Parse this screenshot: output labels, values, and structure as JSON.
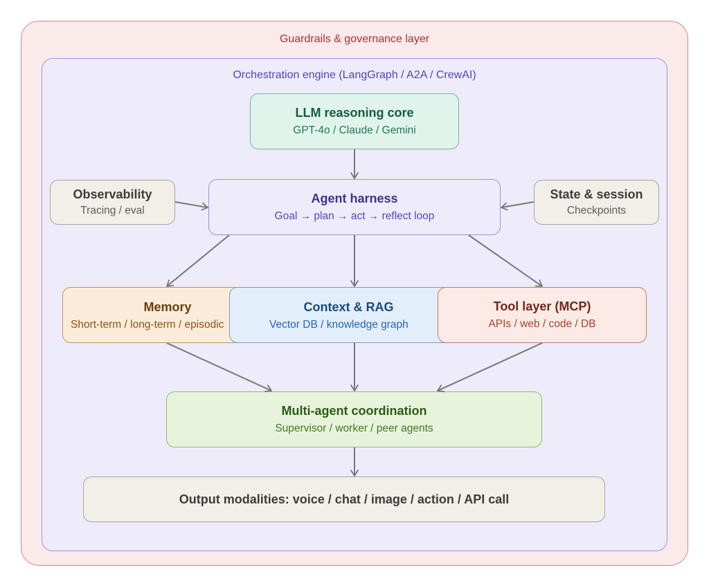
{
  "layers": {
    "outer": {
      "label": "Guardrails & governance layer"
    },
    "inner": {
      "label": "Orchestration engine (LangGraph / A2A / CrewAI)"
    }
  },
  "nodes": {
    "llm": {
      "title": "LLM reasoning core",
      "subtitle": "GPT-4o / Claude / Gemini"
    },
    "observability": {
      "title": "Observability",
      "subtitle": "Tracing / eval"
    },
    "harness": {
      "title": "Agent harness",
      "subtitle": "Goal → plan → act → reflect loop"
    },
    "state": {
      "title": "State & session",
      "subtitle": "Checkpoints"
    },
    "memory": {
      "title": "Memory",
      "subtitle": "Short-term / long-term / episodic"
    },
    "context": {
      "title": "Context & RAG",
      "subtitle": "Vector DB / knowledge graph"
    },
    "tools": {
      "title": "Tool layer (MCP)",
      "subtitle": "APIs / web / code / DB"
    },
    "multi": {
      "title": "Multi-agent coordination",
      "subtitle": "Supervisor / worker / peer agents"
    },
    "output": {
      "title": "Output modalities: voice / chat / image / action / API call"
    }
  },
  "edges": [
    {
      "from": "llm",
      "to": "harness"
    },
    {
      "from": "observability",
      "to": "harness"
    },
    {
      "from": "state",
      "to": "harness"
    },
    {
      "from": "harness",
      "to": "memory"
    },
    {
      "from": "harness",
      "to": "context"
    },
    {
      "from": "harness",
      "to": "tools"
    },
    {
      "from": "memory",
      "to": "multi"
    },
    {
      "from": "context",
      "to": "multi"
    },
    {
      "from": "tools",
      "to": "multi"
    },
    {
      "from": "multi",
      "to": "output"
    }
  ],
  "colors": {
    "edge": "#777777"
  }
}
